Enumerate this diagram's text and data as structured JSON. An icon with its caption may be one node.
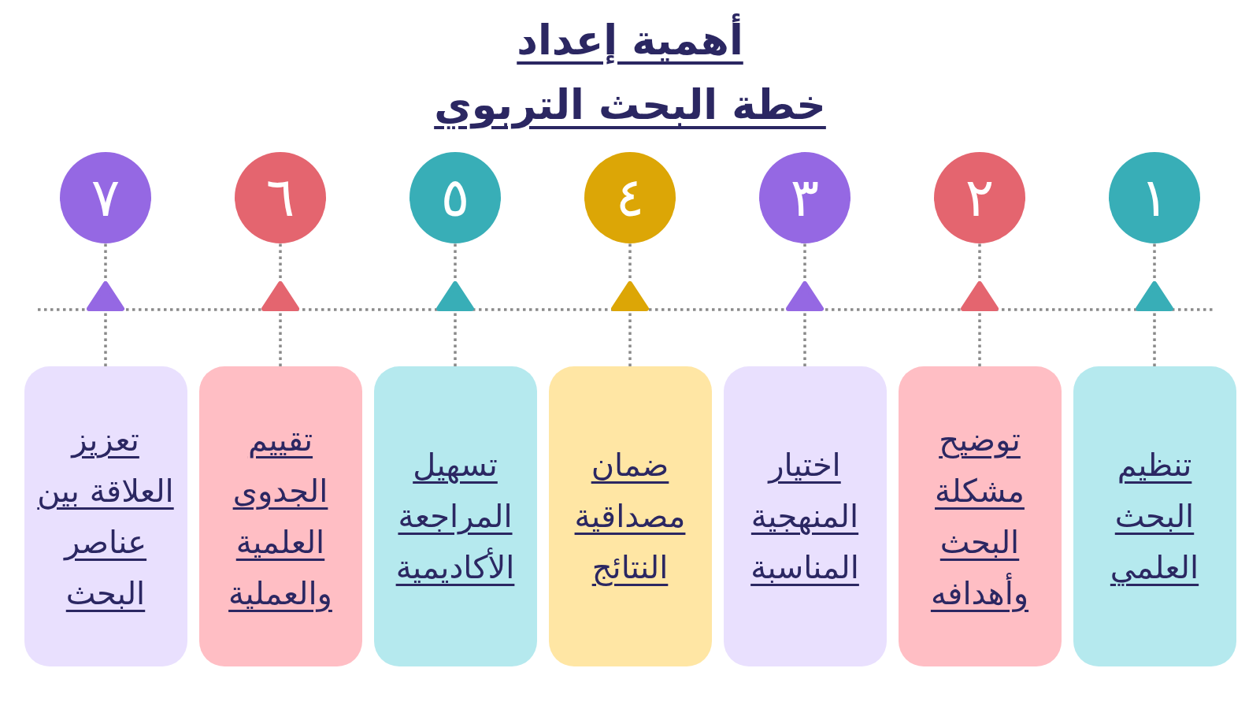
{
  "diagram": {
    "title": "أهمية إعداد خطة البحث التربوي",
    "nodes": [
      {
        "text": [
          "١"
        ]
      },
      {
        "text": [
          "٢"
        ]
      },
      {
        "text": [
          "٣"
        ]
      },
      {
        "text": [
          "٤"
        ]
      },
      {
        "text": [
          "٥"
        ]
      },
      {
        "text": [
          "٦"
        ]
      },
      {
        "text": [
          "٧"
        ]
      },
      {
        "text": [
          "تنظيم البحث العلمي"
        ]
      },
      {
        "text": [
          "توضيح مشكلة البحث وأهدافه"
        ]
      },
      {
        "text": [
          "اختيار المنهجية المناسبة"
        ]
      },
      {
        "text": [
          "ضمان مصداقية النتائج"
        ]
      },
      {
        "text": [
          "تسهيل المراجعة الأكاديمية"
        ]
      },
      {
        "text": [
          "تقييم الجدوى العلمية والعملية"
        ]
      },
      {
        "text": [
          "تعزيز العلاقة بين عناصر البحث"
        ]
      }
    ],
    "edges": [
      {
        "from": 7,
        "to": 0,
        "arrow": "to",
        "style": "dashed"
      },
      {
        "from": 8,
        "to": 1,
        "arrow": "to",
        "style": "dashed"
      },
      {
        "from": 9,
        "to": 2,
        "arrow": "to",
        "style": "dashed"
      },
      {
        "from": 10,
        "to": 3,
        "arrow": "to",
        "style": "dashed"
      },
      {
        "from": 11,
        "to": 4,
        "arrow": "to",
        "style": "dashed"
      },
      {
        "from": 12,
        "to": 5,
        "arrow": "to",
        "style": "dashed"
      },
      {
        "from": 13,
        "to": 6,
        "arrow": "to",
        "style": "dashed"
      }
    ]
  }
}
